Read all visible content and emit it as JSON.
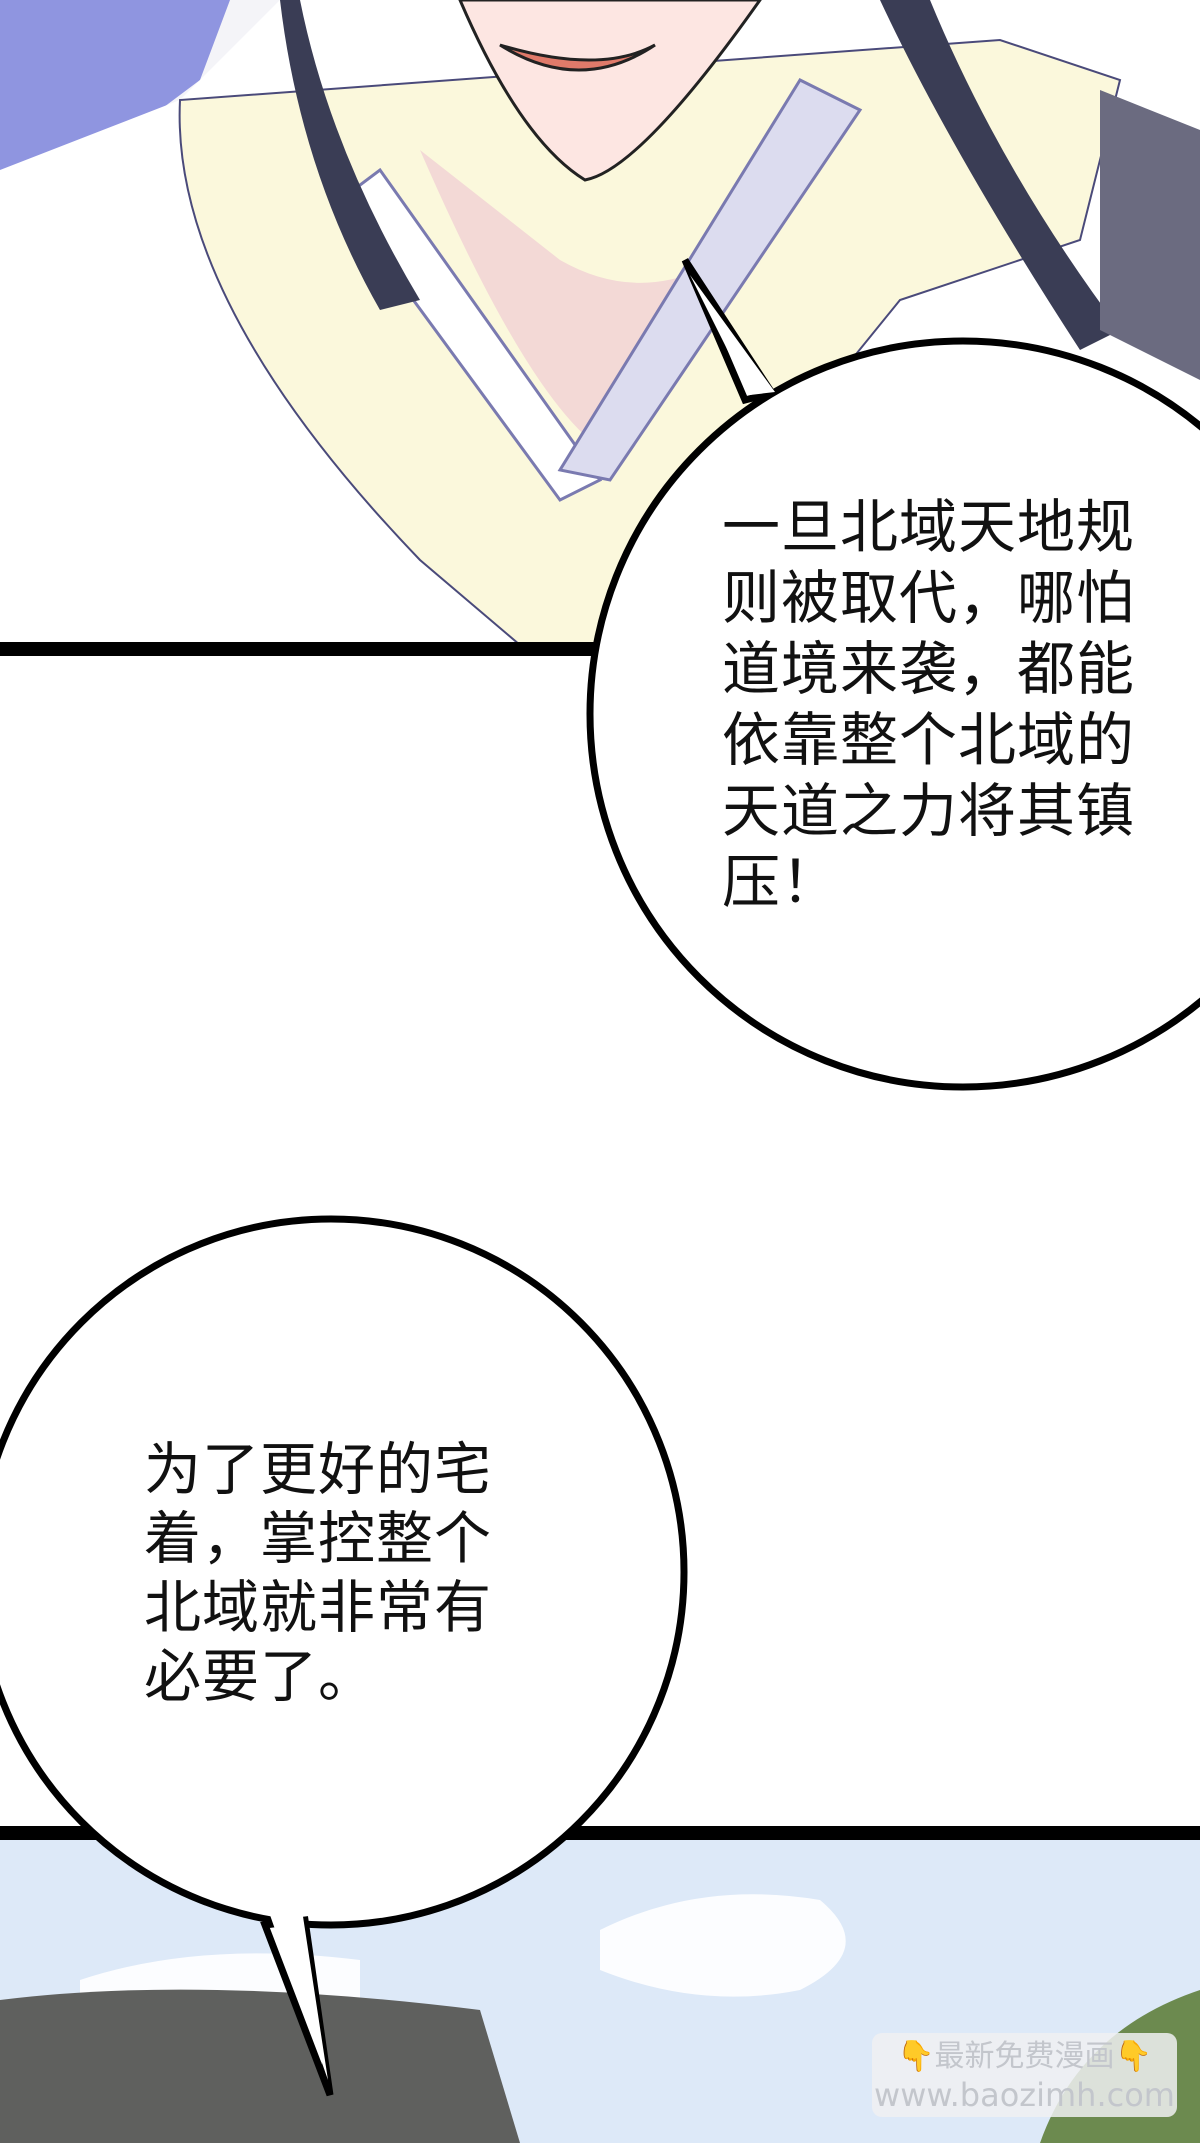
{
  "bubbles": [
    {
      "lines": "一旦北域天地规\n则被取代，哪怕\n道境来袭，都能\n依靠整个北域的\n天道之力将其镇\n压！"
    },
    {
      "lines": "为了更好的宅\n着，掌控整个\n北域就非常有\n必要了。"
    }
  ],
  "watermark": {
    "line1": "最新免费漫画",
    "line2": "www.baozimh.com",
    "icon": "pointing-down-hand-icon"
  },
  "colors": {
    "border": "#000000",
    "sky": "#dde9f8",
    "robe": "#fbf8dc",
    "hair": "#8f95e0"
  }
}
